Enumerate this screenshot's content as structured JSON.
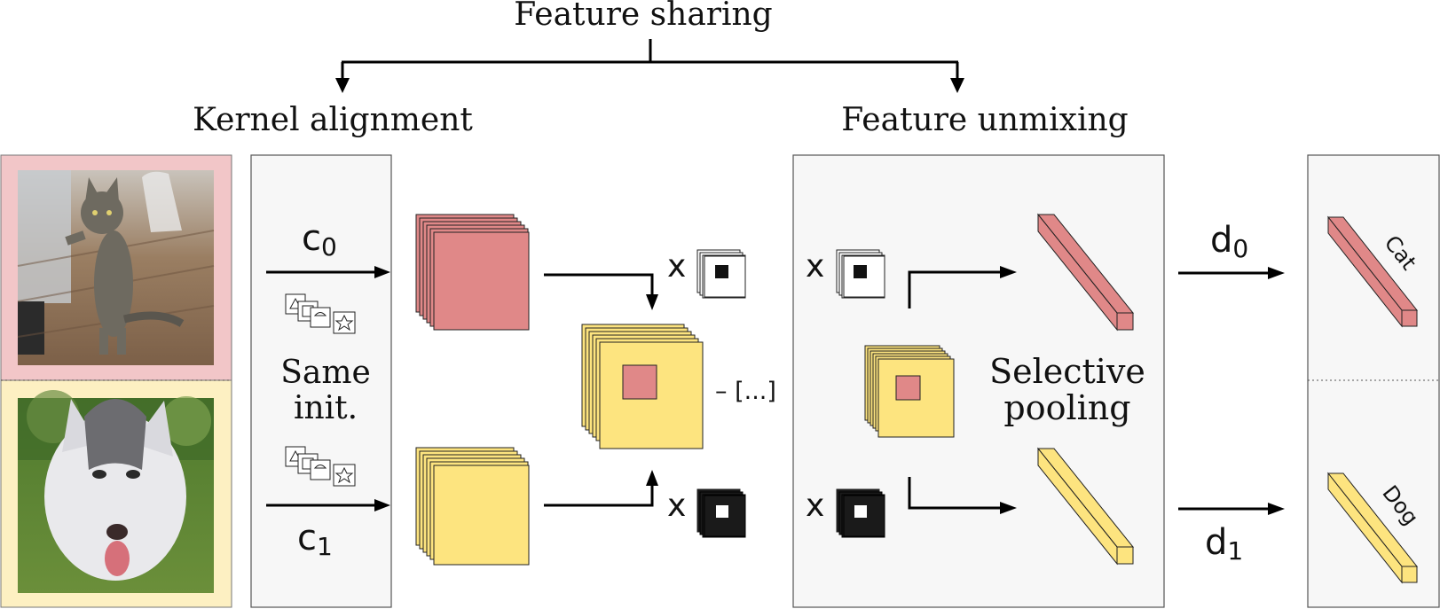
{
  "labels": {
    "feature_sharing": "Feature sharing",
    "kernel_alignment": "Kernel alignment",
    "feature_unmixing": "Feature unmixing",
    "same_init_line1": "Same",
    "same_init_line2": "init.",
    "selective_line1": "Selective",
    "selective_line2": "pooling",
    "c0": "c",
    "c0_sub": "0",
    "c1": "c",
    "c1_sub": "1",
    "d0": "d",
    "d0_sub": "0",
    "d1": "d",
    "d1_sub": "1",
    "times": "x",
    "ellipsis": "– [...]",
    "cat": "Cat",
    "dog": "Dog"
  },
  "colors": {
    "red_feature": "#e08888",
    "yellow_feature": "#fde47f",
    "cat_bg": "#f2c6c8",
    "dog_bg": "#fdf0c2",
    "panel_bg": "#f7f7f7",
    "mask_dark": "#1a1a1a"
  },
  "icons": {
    "cat_photo": "cat-photo",
    "dog_photo": "dog-photo",
    "kernel_shapes": "kernel-shapes-icon",
    "mask_white": "mask-white-icon",
    "mask_black": "mask-black-icon"
  }
}
